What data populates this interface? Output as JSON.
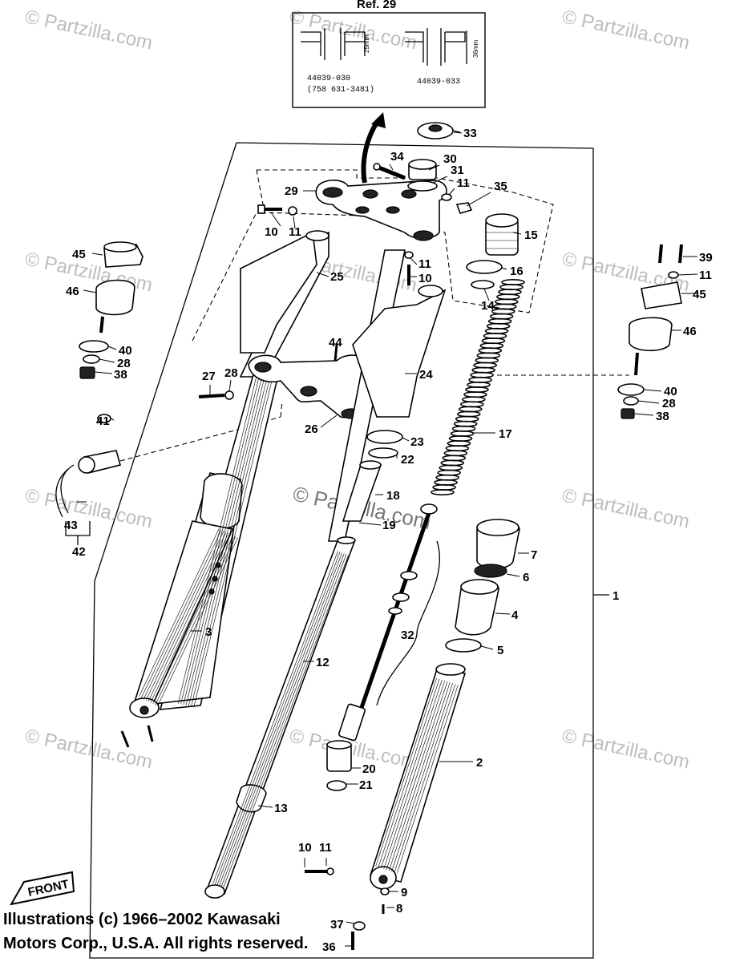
{
  "reference": {
    "title": "Ref.  29",
    "left_part": "44039-030",
    "left_part_alt": "(758 631-3481)",
    "left_dim": "25mm",
    "right_part": "44039-033",
    "right_dim": "36mm"
  },
  "watermark": "© Partzilla.com",
  "front_label": "FRONT",
  "copyright_line1": "Illustrations (c) 1966–2002 Kawasaki",
  "copyright_line2": "Motors Corp., U.S.A.  All rights reserved.",
  "callouts": {
    "c1": "1",
    "c2": "2",
    "c3": "3",
    "c4": "4",
    "c5": "5",
    "c6": "6",
    "c7": "7",
    "c8": "8",
    "c9": "9",
    "c10a": "10",
    "c10b": "10",
    "c10c": "10",
    "c11a": "11",
    "c11b": "11",
    "c11c": "11",
    "c11d": "11",
    "c11e": "11",
    "c12": "12",
    "c13": "13",
    "c14": "14",
    "c15": "15",
    "c16": "16",
    "c17": "17",
    "c18": "18",
    "c19": "19",
    "c20": "20",
    "c21": "21",
    "c22": "22",
    "c23": "23",
    "c24": "24",
    "c25": "25",
    "c26": "26",
    "c27": "27",
    "c28a": "28",
    "c28b": "28",
    "c28c": "28",
    "c29": "29",
    "c30": "30",
    "c31": "31",
    "c32": "32",
    "c33": "33",
    "c34": "34",
    "c35": "35",
    "c36": "36",
    "c37": "37",
    "c38a": "38",
    "c38b": "38",
    "c39": "39",
    "c40a": "40",
    "c40b": "40",
    "c41": "41",
    "c42": "42",
    "c43": "43",
    "c44": "44",
    "c45a": "45",
    "c45b": "45",
    "c46a": "46",
    "c46b": "46"
  }
}
